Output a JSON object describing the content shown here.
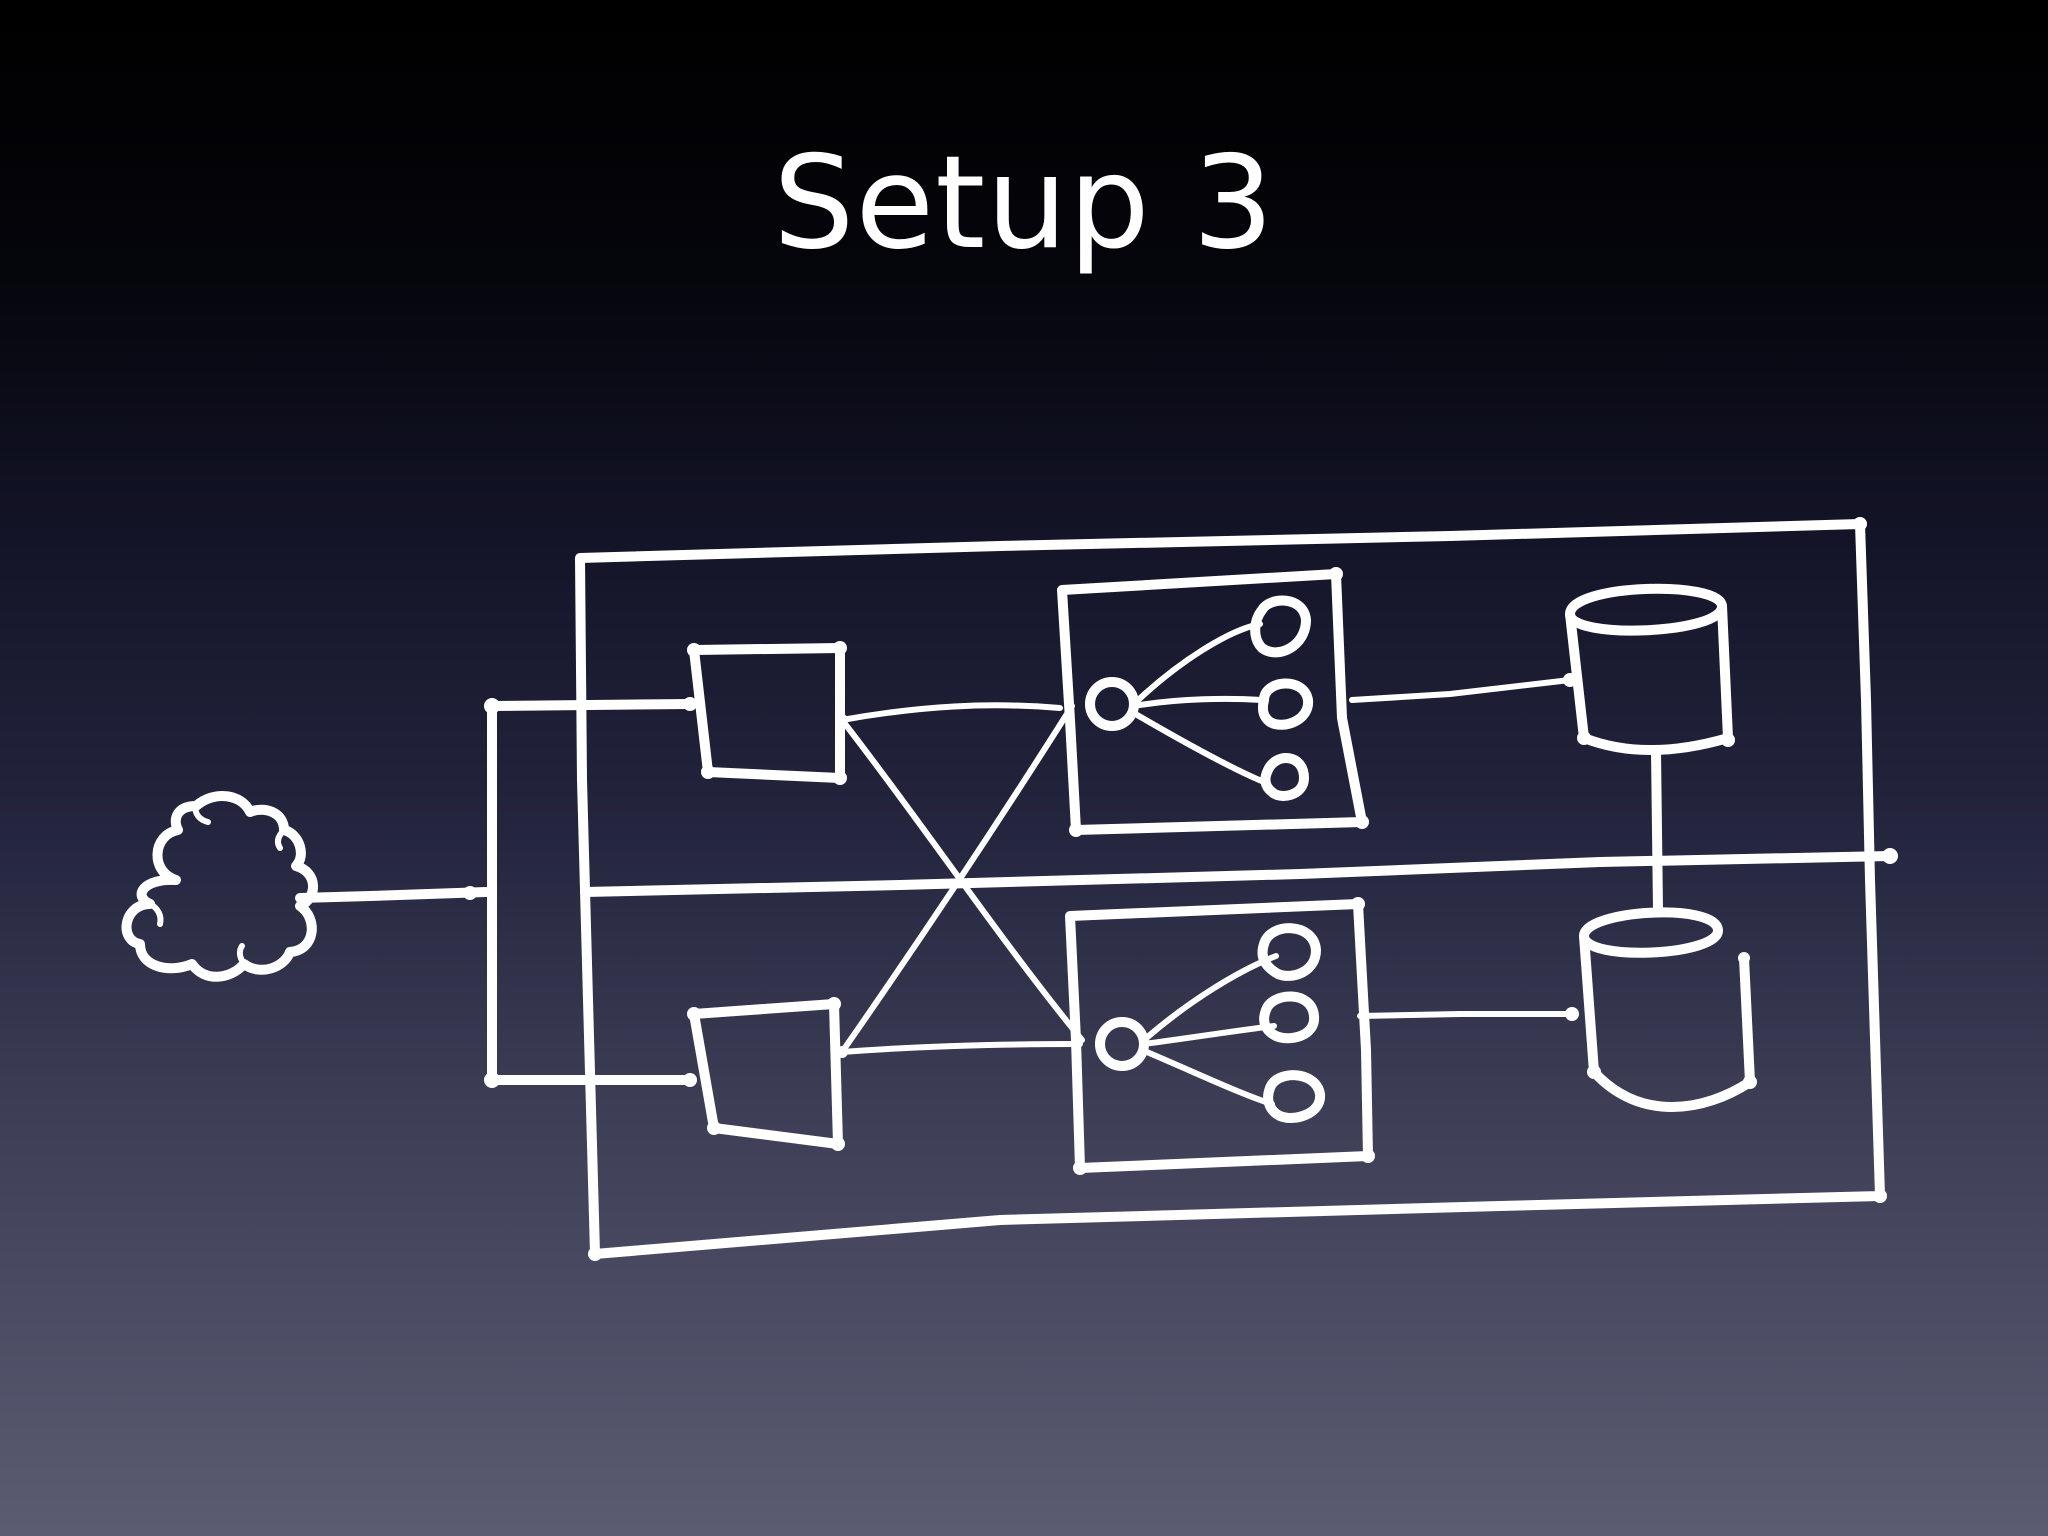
{
  "slide": {
    "title": "Setup 3"
  },
  "diagram": {
    "nodes": [
      {
        "name": "internet-cloud",
        "kind": "cloud"
      },
      {
        "name": "web-server-top",
        "kind": "server-box"
      },
      {
        "name": "web-server-bottom",
        "kind": "server-box"
      },
      {
        "name": "app-cluster-top",
        "kind": "cluster-box"
      },
      {
        "name": "app-cluster-bottom",
        "kind": "cluster-box"
      },
      {
        "name": "database-top",
        "kind": "cylinder"
      },
      {
        "name": "database-bottom",
        "kind": "cylinder"
      }
    ],
    "colors": {
      "ink": "#ffffff",
      "background_top": "#000000",
      "background_bottom": "#5b5c72"
    }
  }
}
